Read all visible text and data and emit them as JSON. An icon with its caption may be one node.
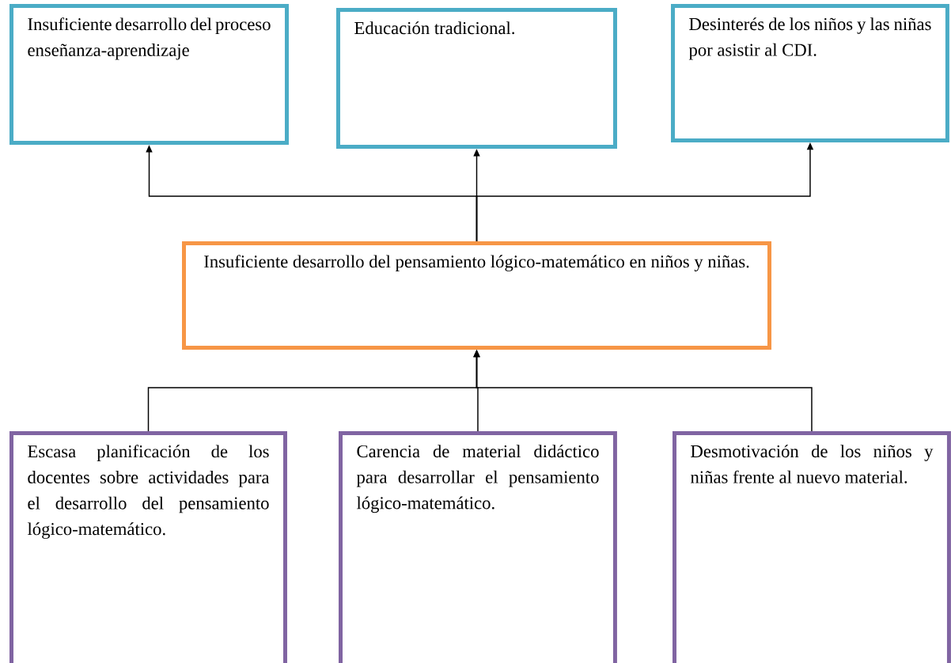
{
  "diagram": {
    "nodes": [
      {
        "text": [
          "Insuficiente desarrollo del proceso enseñanza-aprendizaje"
        ]
      },
      {
        "text": [
          "Educación tradicional."
        ]
      },
      {
        "text": [
          "Desinterés de los niños y las niñas por asistir al CDI."
        ]
      },
      {
        "text": [
          "Insuficiente desarrollo del pensamiento lógico-matemático en niños y niñas."
        ]
      },
      {
        "text": [
          "Escasa planificación de los docentes sobre actividades para el desarrollo del pensamiento lógico-matemático."
        ]
      },
      {
        "text": [
          "Carencia de material didáctico para desarrollar el pensamiento lógico-matemático."
        ]
      },
      {
        "text": [
          "Desmotivación de los niños y niñas frente al nuevo material."
        ]
      }
    ],
    "edges": [
      {
        "from": 3,
        "to": 0,
        "arrow": "to"
      },
      {
        "from": 3,
        "to": 1,
        "arrow": "to"
      },
      {
        "from": 3,
        "to": 2,
        "arrow": "to"
      },
      {
        "from": 4,
        "to": 3,
        "arrow": "to"
      },
      {
        "from": 5,
        "to": 3,
        "arrow": "to"
      },
      {
        "from": 6,
        "to": 3,
        "arrow": "to"
      }
    ]
  }
}
